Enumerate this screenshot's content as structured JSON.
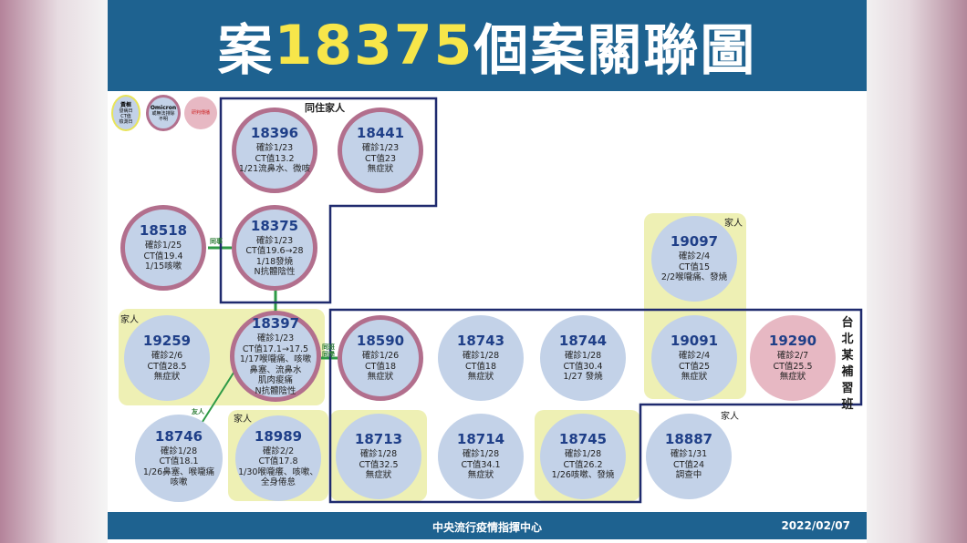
{
  "title": {
    "prefix": "案",
    "number": "18375",
    "suffix": "個案關聯圖"
  },
  "footer": {
    "agency": "中央流行疫情指揮中心",
    "date": "2022/02/07"
  },
  "legend": {
    "a": {
      "title": "黃框",
      "lines": [
        "發病日",
        "CT值",
        "檢測日"
      ]
    },
    "b": {
      "title": "Omicron",
      "lines": [
        "或無法排除",
        "不明"
      ]
    },
    "c": {
      "title": "",
      "lines": [
        "研判傳播"
      ]
    }
  },
  "groups": {
    "cohabit": "同住家人",
    "family_19097": "家人",
    "family_19259": "家人",
    "family_18989": "家人",
    "family_18887": "家人",
    "class_vertical": [
      "台",
      "北",
      "某",
      "補",
      "習",
      "班"
    ]
  },
  "links": {
    "colleague": "同事",
    "friend_1": "友人",
    "friend_2": "友人",
    "same_venue": [
      "同班",
      "同學"
    ]
  },
  "colors": {
    "banner": "#1e6290",
    "title_number": "#f7e64a",
    "node_fill": "#c3d2e8",
    "node_ring": "#b26f8d",
    "node_pink": "#e7b8c3",
    "group_fill": "#eef0b4",
    "frame": "#1f2a6e",
    "connector": "#2e9a46"
  },
  "nodes": {
    "n18396": {
      "id": "18396",
      "lines": [
        "確診1/23",
        "CT值13.2",
        "1/21流鼻水、微咳"
      ]
    },
    "n18441": {
      "id": "18441",
      "lines": [
        "確診1/23",
        "CT值23",
        "無症狀"
      ]
    },
    "n18518": {
      "id": "18518",
      "lines": [
        "確診1/25",
        "CT值19.4",
        "1/15咳嗽"
      ]
    },
    "n18375": {
      "id": "18375",
      "lines": [
        "確診1/23",
        "CT值19.6→28",
        "1/18發燒",
        "N抗體陰性"
      ]
    },
    "n19097": {
      "id": "19097",
      "lines": [
        "確診2/4",
        "CT值15",
        "2/2喉嚨痛、發燒"
      ]
    },
    "n19259": {
      "id": "19259",
      "lines": [
        "確診2/6",
        "CT值28.5",
        "無症狀"
      ]
    },
    "n18397": {
      "id": "18397",
      "lines": [
        "確診1/23",
        "CT值17.1→17.5",
        "1/17喉嚨痛、咳嗽",
        "鼻塞、流鼻水",
        "肌肉痠痛",
        "N抗體陰性"
      ]
    },
    "n18590": {
      "id": "18590",
      "lines": [
        "確診1/26",
        "CT值18",
        "無症狀"
      ]
    },
    "n18743": {
      "id": "18743",
      "lines": [
        "確診1/28",
        "CT值18",
        "無症狀"
      ]
    },
    "n18744": {
      "id": "18744",
      "lines": [
        "確診1/28",
        "CT值30.4",
        "1/27 發燒"
      ]
    },
    "n19091": {
      "id": "19091",
      "lines": [
        "確診2/4",
        "CT值25",
        "無症狀"
      ]
    },
    "n19290": {
      "id": "19290",
      "lines": [
        "確診2/7",
        "CT值25.5",
        "無症狀"
      ]
    },
    "n18746": {
      "id": "18746",
      "lines": [
        "確診1/28",
        "CT值18.1",
        "1/26鼻塞、喉嚨痛",
        "咳嗽"
      ]
    },
    "n18989": {
      "id": "18989",
      "lines": [
        "確診2/2",
        "CT值17.8",
        "1/30喉嚨癢、咳嗽、",
        "全身倦怠"
      ]
    },
    "n18713": {
      "id": "18713",
      "lines": [
        "確診1/28",
        "CT值32.5",
        "無症狀"
      ]
    },
    "n18714": {
      "id": "18714",
      "lines": [
        "確診1/28",
        "CT值34.1",
        "無症狀"
      ]
    },
    "n18745": {
      "id": "18745",
      "lines": [
        "確診1/28",
        "CT值26.2",
        "1/26咳嗽、發燒"
      ]
    },
    "n18887": {
      "id": "18887",
      "lines": [
        "確診1/31",
        "CT值24",
        "調查中"
      ]
    }
  }
}
